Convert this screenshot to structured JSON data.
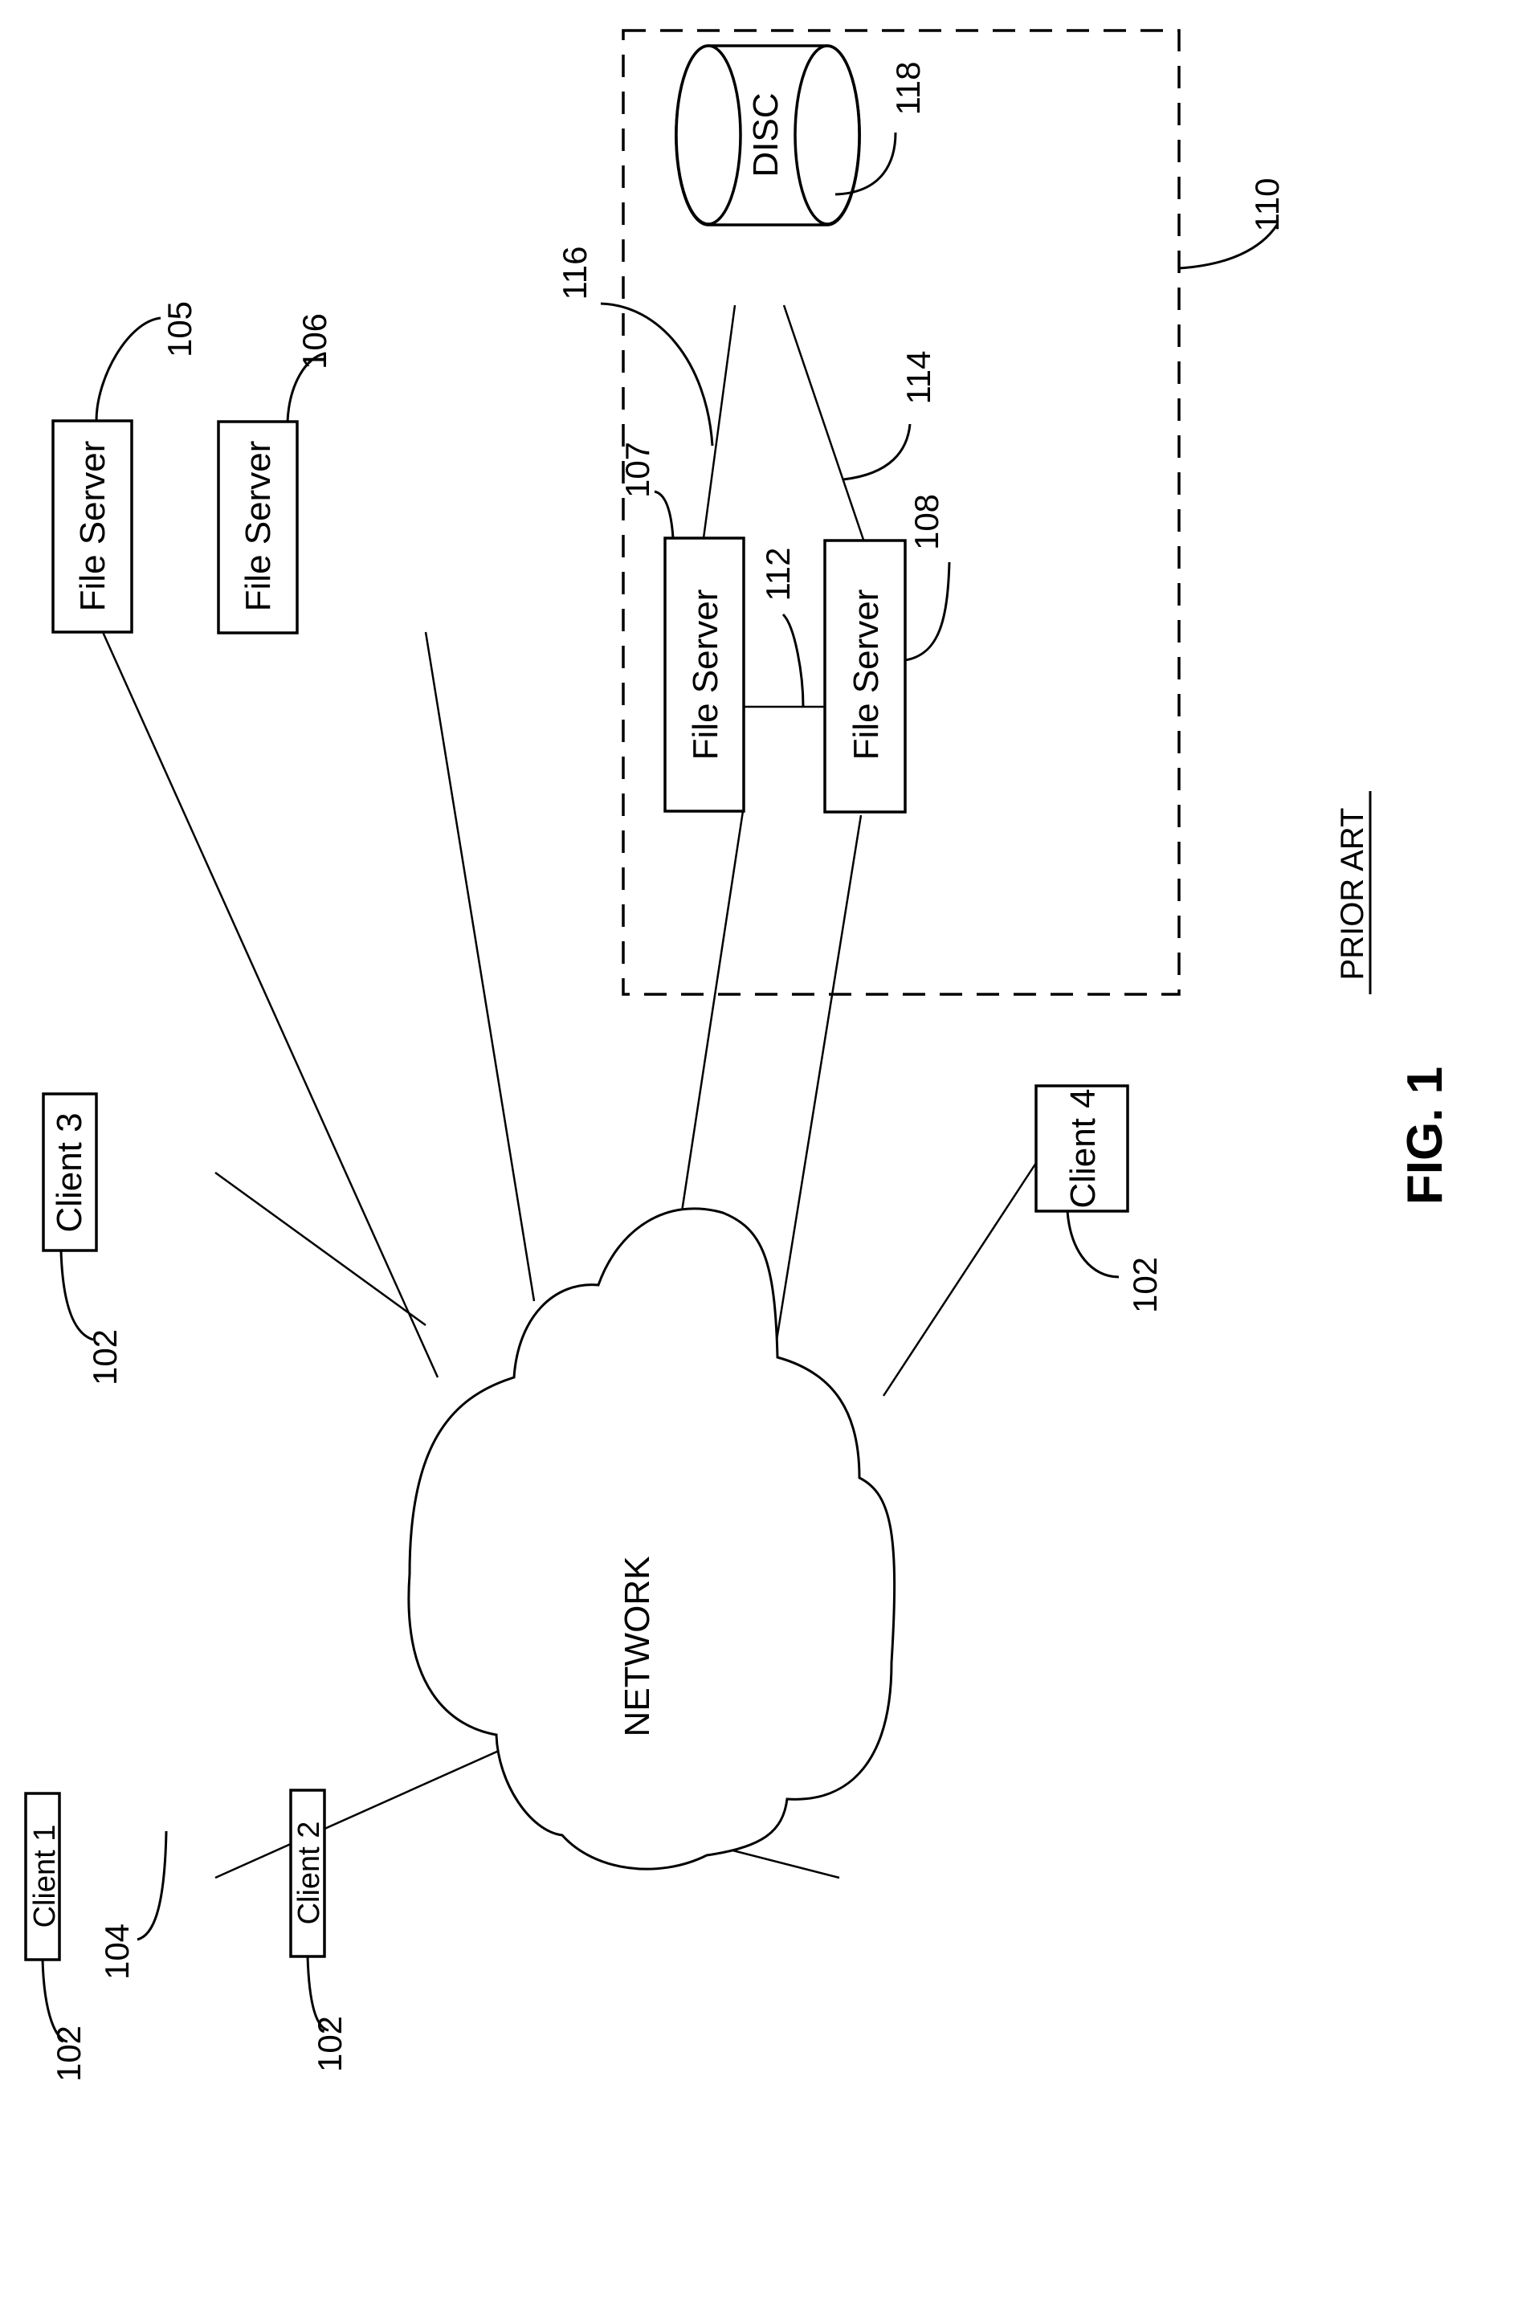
{
  "figure": {
    "title": "FIG. 1",
    "caption": "PRIOR ART",
    "orientation": "rotated 90 degrees counter-clockwise"
  },
  "nodes": {
    "network": {
      "label": "NETWORK",
      "ref": "104"
    },
    "client1": {
      "label": "Client 1",
      "ref": "102"
    },
    "client2": {
      "label": "Client 2",
      "ref": "102"
    },
    "client3": {
      "label": "Client 3",
      "ref": "102"
    },
    "client4": {
      "label": "Client 4",
      "ref": "102"
    },
    "fileserver105": {
      "label": "File Server",
      "ref": "105"
    },
    "fileserver106": {
      "label": "File Server",
      "ref": "106"
    },
    "fileserver107": {
      "label": "File Server",
      "ref": "107"
    },
    "fileserver108": {
      "label": "File Server",
      "ref": "108"
    },
    "disc": {
      "label": "DISC",
      "ref": "118"
    }
  },
  "groups": {
    "cluster": {
      "ref": "110",
      "members": [
        "File Server 107",
        "File Server 108",
        "DISC 118"
      ]
    }
  },
  "links": {
    "interconnect": {
      "ref": "112",
      "from": "File Server 107",
      "to": "File Server 108"
    },
    "disc_link_108": {
      "ref": "114",
      "from": "File Server 108",
      "to": "DISC"
    },
    "disc_link_107": {
      "ref": "116",
      "from": "File Server 107",
      "to": "DISC"
    }
  },
  "edges": [
    [
      "Client 1",
      "NETWORK"
    ],
    [
      "Client 2",
      "NETWORK"
    ],
    [
      "Client 3",
      "NETWORK"
    ],
    [
      "Client 4",
      "NETWORK"
    ],
    [
      "File Server 105",
      "NETWORK"
    ],
    [
      "File Server 106",
      "NETWORK"
    ],
    [
      "File Server 107",
      "NETWORK"
    ],
    [
      "File Server 108",
      "NETWORK"
    ]
  ]
}
